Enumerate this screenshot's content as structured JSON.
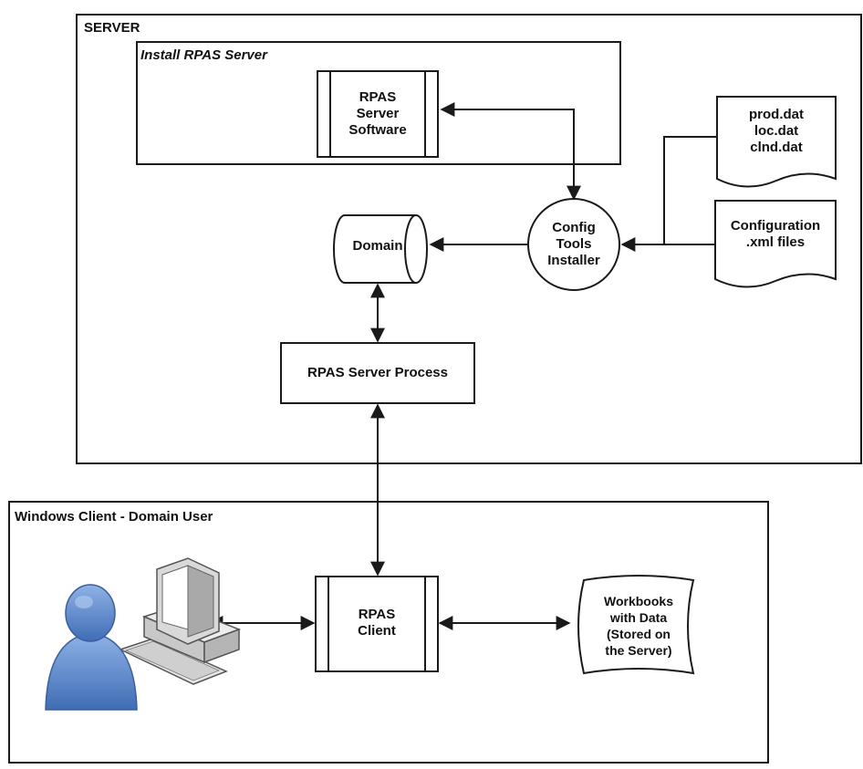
{
  "server": {
    "title": "SERVER",
    "install_title": "Install RPAS Server",
    "software_label": "RPAS\nServer\nSoftware",
    "domain_label": "Domain",
    "config_label": "Config\nTools\nInstaller",
    "data_files_label": "prod.dat\nloc.dat\nclnd.dat",
    "config_files_label": "Configuration\n.xml files",
    "process_label": "RPAS Server Process"
  },
  "client": {
    "title": "Windows Client - Domain User",
    "rpas_client_label": "RPAS\nClient",
    "workbooks_label": "Workbooks\nwith Data\n(Stored on\nthe Server)"
  },
  "colors": {
    "stroke": "#1a1a1a",
    "user_fill": "#5b86c9",
    "computer_fill": "#d9d9d9"
  },
  "icons": {
    "user": "user-icon",
    "computer": "computer-icon"
  }
}
